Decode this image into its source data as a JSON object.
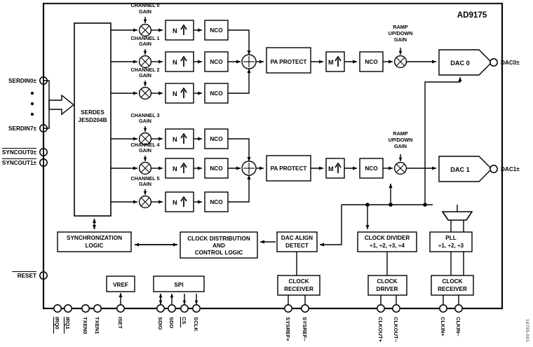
{
  "figure": {
    "chip_name": "AD9175",
    "watermark": "16795-001",
    "type": "functional-block-diagram"
  },
  "blocks": {
    "serdes": "SERDES\nJESD204B",
    "serdes_line1": "SERDES",
    "serdes_line2": "JESD204B",
    "interpolator": "N",
    "nco": "NCO",
    "pa_protect": "PA PROTECT",
    "m_interp": "M",
    "dac0": "DAC 0",
    "dac1": "DAC 1",
    "sync_logic_l1": "SYNCHRONIZATION",
    "sync_logic_l2": "LOGIC",
    "clock_dist_l1": "CLOCK DISTRIBUTION",
    "clock_dist_l2": "AND",
    "clock_dist_l3": "CONTROL LOGIC",
    "dac_align_l1": "DAC ALIGN",
    "dac_align_l2": "DETECT",
    "clock_divider_l1": "CLOCK DIVIDER",
    "clock_divider_l2": "÷1, ÷2, ÷3, ÷4",
    "pll_l1": "PLL",
    "pll_l2": "÷1, ÷2, ÷3",
    "clock_receiver_l1": "CLOCK",
    "clock_receiver_l2": "RECEIVER",
    "clock_driver_l1": "CLOCK",
    "clock_driver_l2": "DRIVER",
    "vref": "VREF",
    "spi": "SPI"
  },
  "gain_labels": {
    "ch0_l1": "CHANNEL 0",
    "ch0_l2": "GAIN",
    "ch1_l1": "CHANNEL 1",
    "ch1_l2": "GAIN",
    "ch2_l1": "CHANNEL 2",
    "ch2_l2": "GAIN",
    "ch3_l1": "CHANNEL 3",
    "ch3_l2": "GAIN",
    "ch4_l1": "CHANNEL 4",
    "ch4_l2": "GAIN",
    "ch5_l1": "CHANNEL 5",
    "ch5_l2": "GAIN",
    "ramp0_l1": "RAMP",
    "ramp0_l2": "UP/DOWN",
    "ramp0_l3": "GAIN",
    "ramp1_l1": "RAMP",
    "ramp1_l2": "UP/DOWN",
    "ramp1_l3": "GAIN"
  },
  "pins_left": [
    {
      "label": "SERDIN0±",
      "overbar": false
    },
    {
      "label": "SERDIN7±",
      "overbar": false
    },
    {
      "label": "SYNCOUT0±",
      "overbar": true
    },
    {
      "label": "SYNCOUT1±",
      "overbar": true
    },
    {
      "label": "RESET",
      "overbar": true
    }
  ],
  "pins_right": [
    {
      "label": "DAC0±"
    },
    {
      "label": "DAC1±"
    }
  ],
  "pins_bottom": [
    {
      "label": "IRQ0",
      "overbar": true
    },
    {
      "label": "IRQ1",
      "overbar": true
    },
    {
      "label": "TXEN0",
      "overbar": false
    },
    {
      "label": "TXEN1",
      "overbar": false
    },
    {
      "label": "ISET",
      "overbar": false
    },
    {
      "label": "SDIO",
      "overbar": false
    },
    {
      "label": "SDO",
      "overbar": false
    },
    {
      "label": "CS",
      "overbar": true
    },
    {
      "label": "SCLK",
      "overbar": false
    },
    {
      "label": "SYSREF+",
      "overbar": false
    },
    {
      "label": "SYSREF–",
      "overbar": false
    },
    {
      "label": "CLKOUT+",
      "overbar": false
    },
    {
      "label": "CLKOUT–",
      "overbar": false
    },
    {
      "label": "CLKIN+",
      "overbar": false
    },
    {
      "label": "CLKIN–",
      "overbar": false
    }
  ],
  "colors": {
    "line": "#000000",
    "frame": "#231f20",
    "background": "#ffffff",
    "watermark": "#7a7a7a"
  }
}
